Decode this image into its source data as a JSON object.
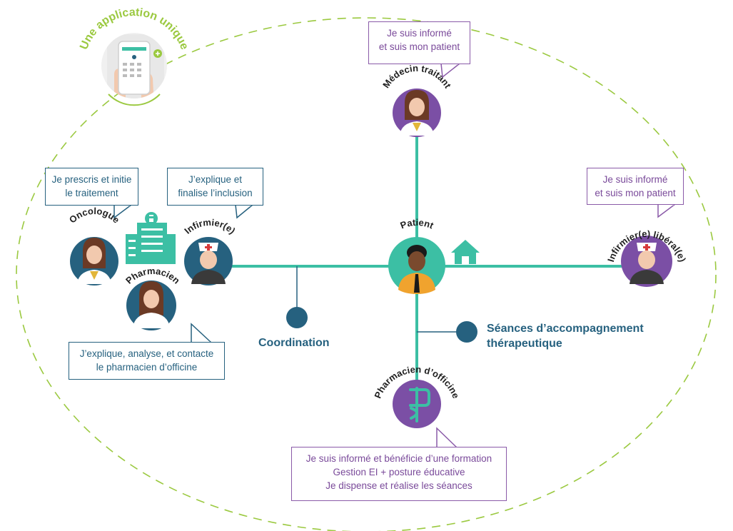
{
  "app_badge": {
    "text": "Une application unique"
  },
  "colors": {
    "teal": "#3cbfa4",
    "navy": "#26617f",
    "purple": "#7b4fa5",
    "green_dash": "#9bc940"
  },
  "roles": {
    "medecin": "Médecin traitant",
    "oncologue": "Oncologue",
    "infirmier": "Infirmier(e)",
    "pharmacien": "Pharmacien",
    "patient": "Patient",
    "infirmier_liberal": "Infirmier(e) libéral(e)",
    "pharmacien_officine": "Pharmacien d’officine"
  },
  "bubbles": {
    "medecin": [
      "Je suis informé",
      "et suis mon patient"
    ],
    "oncologue": [
      "Je prescris et initie",
      "le traitement"
    ],
    "infirmier": [
      "J’explique et",
      "finalise l’inclusion"
    ],
    "liberal": [
      "Je suis informé",
      "et suis mon patient"
    ],
    "pharmacien": [
      "J’explique, analyse, et contacte",
      "le pharmacien d’officine"
    ],
    "officine": [
      "Je suis informé et bénéficie d’une formation",
      "Gestion EI + posture éducative",
      "Je dispense et réalise les séances"
    ]
  },
  "labels": {
    "coordination": "Coordination",
    "seances": [
      "Séances d’accompagnement",
      "thérapeutique"
    ]
  },
  "icons": [
    "phone-app-icon",
    "hospital-icon",
    "home-icon",
    "caduceus-icon"
  ]
}
